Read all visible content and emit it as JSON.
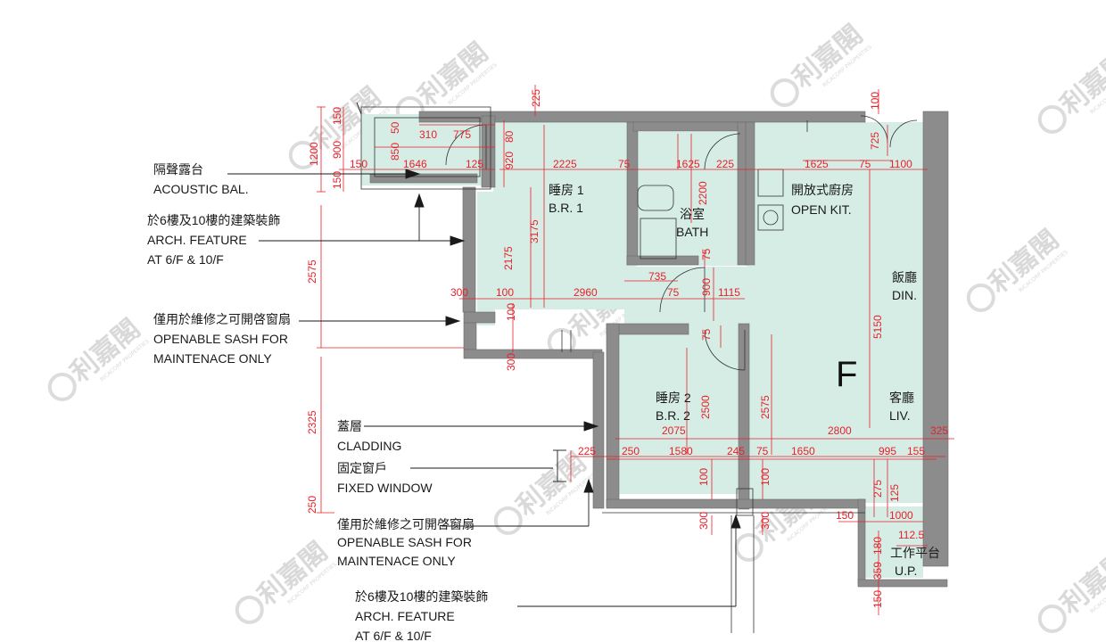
{
  "unit_letter": "F",
  "colors": {
    "room_fill": "#d6ede6",
    "wall": "#8c8c8c",
    "dimension": "#e8202a",
    "text": "#1a1a1a",
    "watermark": "#d9d9d9"
  },
  "rooms": {
    "br1": {
      "cn": "睡房 1",
      "en": "B.R. 1"
    },
    "bath": {
      "cn": "浴室",
      "en": "BATH"
    },
    "kit": {
      "cn": "開放式廚房",
      "en": "OPEN KIT."
    },
    "din": {
      "cn": "飯廳",
      "en": "DIN."
    },
    "liv": {
      "cn": "客廳",
      "en": "LIV."
    },
    "br2": {
      "cn": "睡房 2",
      "en": "B.R. 2"
    },
    "up": {
      "cn": "工作平台",
      "en": "U.P."
    }
  },
  "callouts": {
    "acoustic_bal": {
      "cn": "隔聲露台",
      "en": "ACOUSTIC BAL."
    },
    "arch_top": {
      "cn": "於6樓及10樓的建築裝飾",
      "en1": "ARCH. FEATURE",
      "en2": "AT 6/F & 10/F"
    },
    "sash_top": {
      "cn": "僅用於維修之可開啓窗扇",
      "en1": "OPENABLE SASH FOR",
      "en2": "MAINTENACE ONLY"
    },
    "cladding": {
      "cn": "蓋層",
      "en": "CLADDING"
    },
    "fixed_window": {
      "cn": "固定窗戶",
      "en": "FIXED WINDOW"
    },
    "sash_bottom": {
      "cn": "僅用於維修之可開啓窗扇",
      "en1": "OPENABLE SASH FOR",
      "en2": "MAINTENACE ONLY"
    },
    "arch_bottom": {
      "cn": "於6樓及10樓的建築裝飾",
      "en1": "ARCH. FEATURE",
      "en2": "AT 6/F & 10/F"
    }
  },
  "dimensions": {
    "d225_top": "225",
    "d150_a": "150",
    "d50": "50",
    "d1200": "1200",
    "d900_a": "900",
    "d850": "850",
    "d310": "310",
    "d775": "775",
    "d920": "920",
    "d80": "80",
    "d150_b": "150",
    "d1646": "1646",
    "d125_a": "125",
    "d2225": "2225",
    "d75_a": "75",
    "d1625_a": "1625",
    "d225_b": "225",
    "d1625_b": "1625",
    "d75_b": "75",
    "d1100": "1100",
    "d100_top": "100",
    "d725": "725",
    "d150_c": "150",
    "d2200": "2200",
    "d3175": "3175",
    "d2175": "2175",
    "d2575_left": "2575",
    "d300_a": "300",
    "d100_a": "100",
    "d2960": "2960",
    "d735": "735",
    "d75_c": "75",
    "d900_b": "900",
    "d1115": "1115",
    "d75_d": "75",
    "d100_b": "100",
    "d300_b": "300",
    "d75_e": "75",
    "d5150": "5150",
    "d2500": "2500",
    "d2575_mid": "2575",
    "d2075": "2075",
    "d2800": "2800",
    "d325": "325",
    "d2325": "2325",
    "d225_c": "225",
    "d250_a": "250",
    "d1580": "1580",
    "d245": "245",
    "d75_f": "75",
    "d1650": "1650",
    "d995": "995",
    "d155": "155",
    "d100_c": "100",
    "d100_d": "100",
    "d250_b": "250",
    "d275": "275",
    "d125_b": "125",
    "d150_d": "150",
    "d1000": "1000",
    "d112_5": "112.5",
    "d180": "180",
    "d359": "359",
    "d300_c": "300",
    "d300_d": "300",
    "d150_e": "150"
  },
  "watermark": {
    "cn": "利嘉閣",
    "en": "RICACORP PROPERTIES"
  }
}
